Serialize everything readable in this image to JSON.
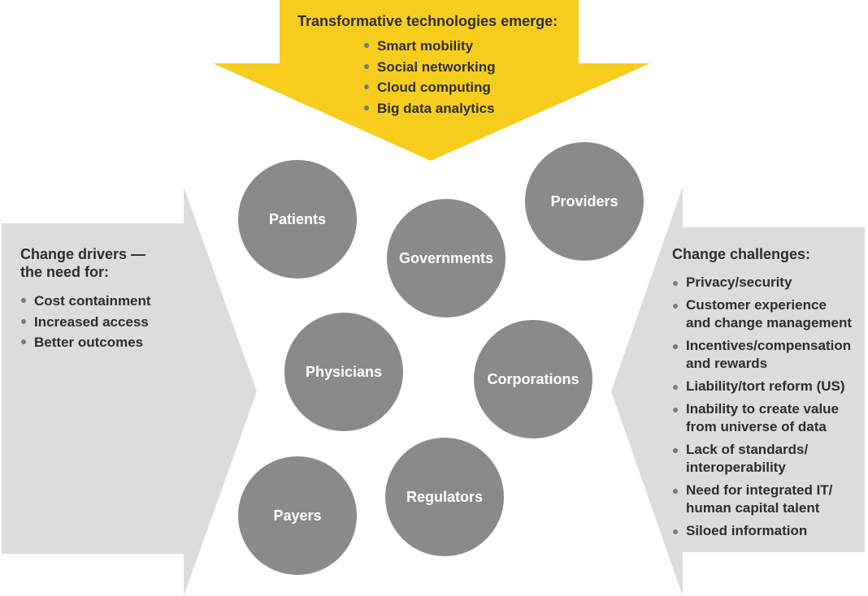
{
  "top_banner": {
    "title": "Transformative technologies emerge:",
    "items": [
      "Smart mobility",
      "Social networking",
      "Cloud computing",
      "Big data analytics"
    ],
    "color": "#f7cd1e"
  },
  "left_panel": {
    "title_line1": "Change drivers —",
    "title_line2": "the need for:",
    "items": [
      "Cost containment",
      "Increased access",
      "Better outcomes"
    ],
    "color": "#dcdcdc"
  },
  "right_panel": {
    "title": "Change challenges:",
    "items": [
      {
        "line1": "Privacy/security",
        "line2": ""
      },
      {
        "line1": "Customer experience",
        "line2": "and change management"
      },
      {
        "line1": "Incentives/compensation",
        "line2": "and rewards"
      },
      {
        "line1": "Liability/tort reform (US)",
        "line2": ""
      },
      {
        "line1": "Inability to create value",
        "line2": "from universe of data"
      },
      {
        "line1": "Lack of standards/",
        "line2": "interoperability"
      },
      {
        "line1": "Need for integrated IT/",
        "line2": "human capital talent"
      },
      {
        "line1": "Siloed information",
        "line2": ""
      }
    ],
    "color": "#dcdcdc"
  },
  "stakeholders": {
    "patients": "Patients",
    "providers": "Providers",
    "governments": "Governments",
    "physicians": "Physicians",
    "corporations": "Corporations",
    "regulators": "Regulators",
    "payers": "Payers",
    "color": "#8a8a8a"
  }
}
